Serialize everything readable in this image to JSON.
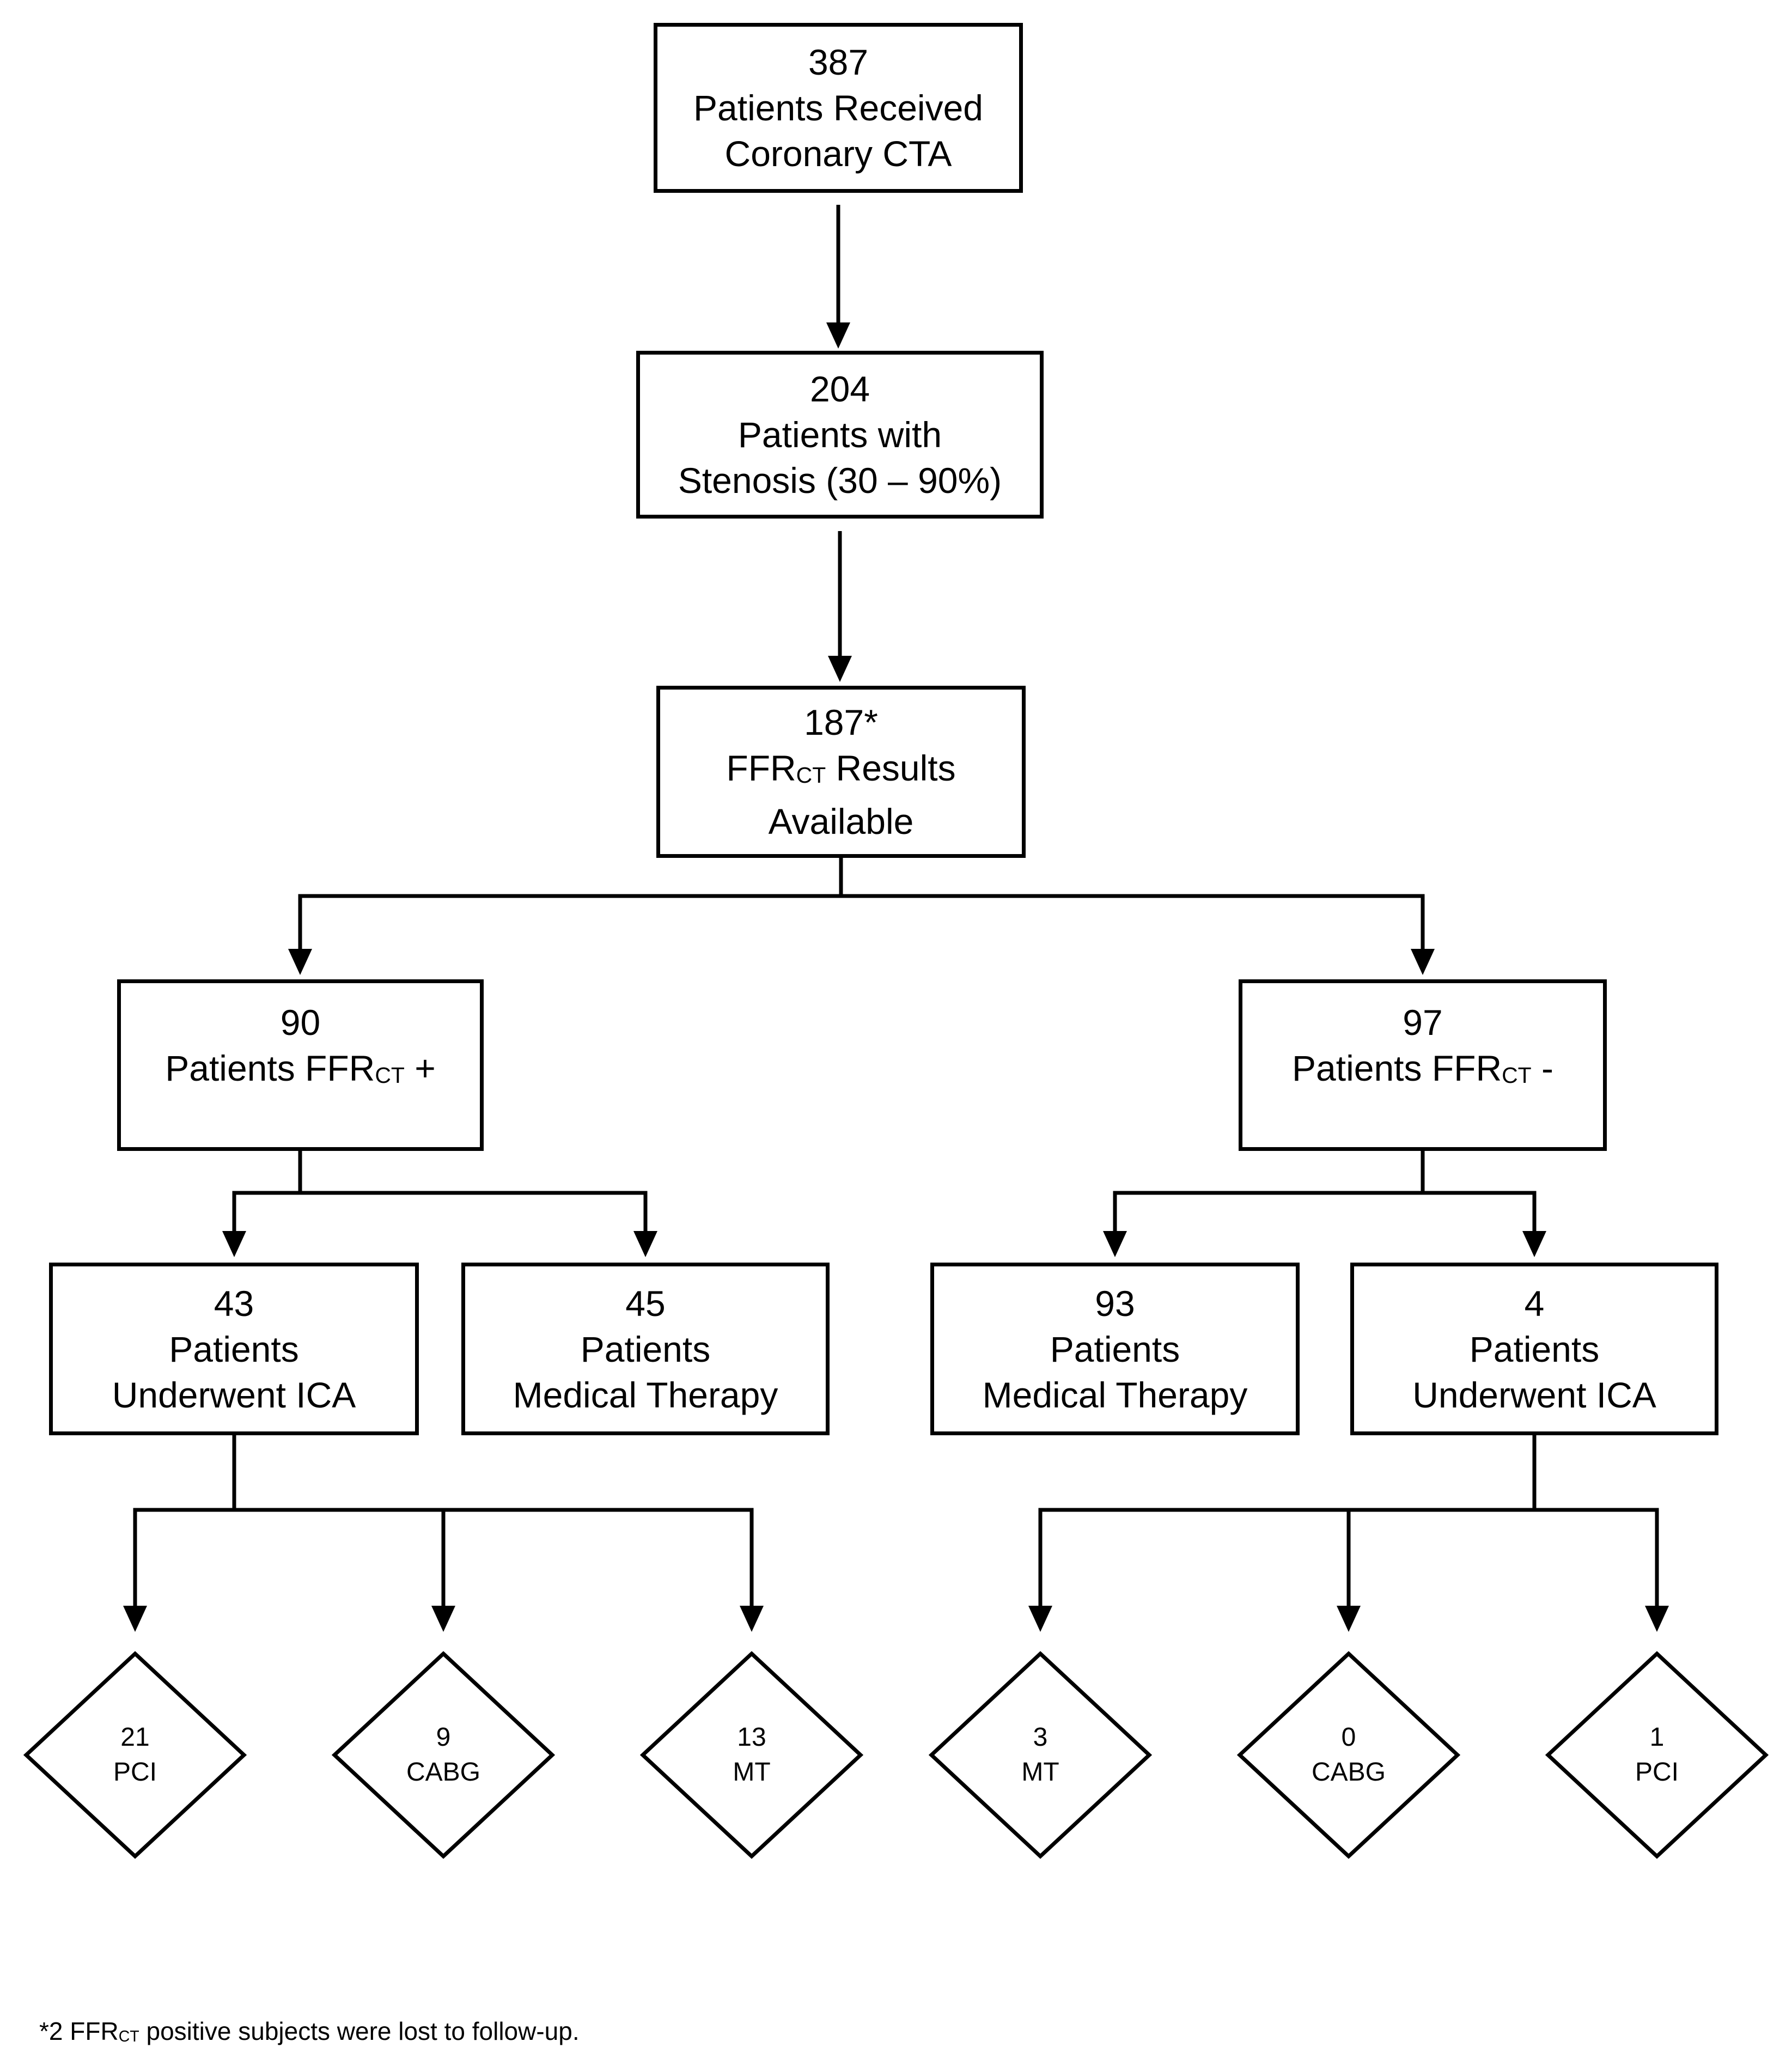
{
  "page": {
    "background": "#ffffff",
    "stroke_color": "#000000",
    "text_color": "#000000"
  },
  "boxes": {
    "b387": {
      "count": "387",
      "l1": "Patients Received",
      "l2": "Coronary CTA"
    },
    "b204": {
      "count": "204",
      "l1": "Patients with",
      "l2": "Stenosis (30 – 90%)"
    },
    "b187": {
      "count": "187*",
      "l1_pre": "FFR",
      "l1_sub": "CT",
      "l1_post": " Results",
      "l2": "Available"
    },
    "b90": {
      "count": "90",
      "l1_pre": "Patients FFR",
      "l1_sub": "CT",
      "l1_post": " +"
    },
    "b97": {
      "count": "97",
      "l1_pre": "Patients FFR",
      "l1_sub": "CT",
      "l1_post": " -"
    },
    "b43": {
      "count": "43",
      "l1": "Patients",
      "l2": "Underwent ICA"
    },
    "b45": {
      "count": "45",
      "l1": "Patients",
      "l2": "Medical Therapy"
    },
    "b93": {
      "count": "93",
      "l1": "Patients",
      "l2": "Medical Therapy"
    },
    "b4": {
      "count": "4",
      "l1": "Patients",
      "l2": "Underwent ICA"
    }
  },
  "diamonds": [
    {
      "count": "21",
      "label": "PCI"
    },
    {
      "count": "9",
      "label": "CABG"
    },
    {
      "count": "13",
      "label": "MT"
    },
    {
      "count": "3",
      "label": "MT"
    },
    {
      "count": "0",
      "label": "CABG"
    },
    {
      "count": "1",
      "label": "PCI"
    }
  ],
  "footnote": {
    "pre": "*2 FFR",
    "sub": "CT",
    "post": " positive subjects were lost to follow-up."
  }
}
